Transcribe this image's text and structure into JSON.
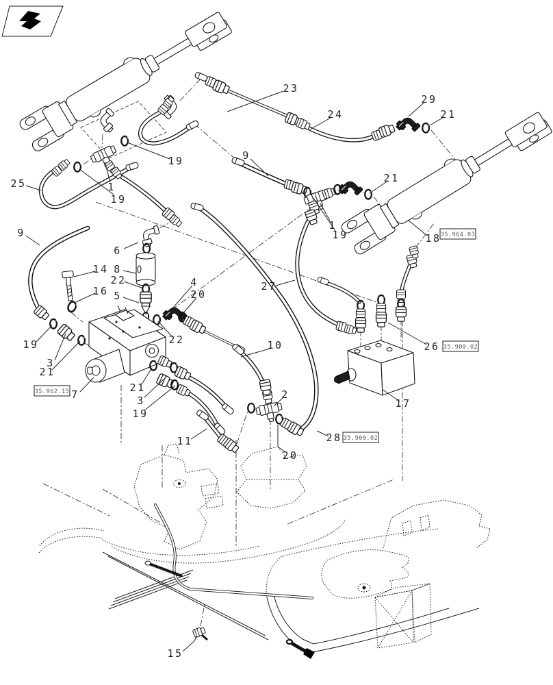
{
  "page": {
    "background": "#ffffff",
    "ink": "#1a1a1a"
  },
  "header": {
    "logo_icon": "page-turn-corner-icon"
  },
  "callouts": {
    "n1": "1",
    "n2": "2",
    "n3": "3",
    "n4": "4",
    "n5": "5",
    "n6": "6",
    "n7": "7",
    "n8": "8",
    "n9": "9",
    "n10": "10",
    "n11": "11",
    "n14": "14",
    "n15": "15",
    "n16": "16",
    "n17": "17",
    "n18": "18",
    "n19": "19",
    "n20": "20",
    "n21": "21",
    "n22": "22",
    "n23": "23",
    "n24": "24",
    "n25": "25",
    "n26": "26",
    "n27": "27",
    "n28": "28",
    "n29": "29"
  },
  "ref_boxes": {
    "steering_cylinder": "35.964.03",
    "steering_valve": "35.962.15",
    "steering_motor": "35.900.02",
    "steering_hose": "35.900.02"
  }
}
